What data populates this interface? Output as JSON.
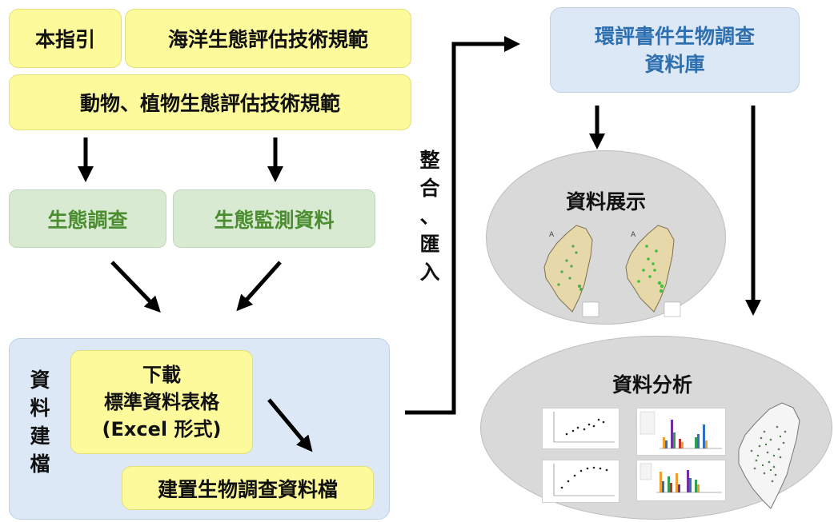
{
  "top": {
    "guide": "本指引",
    "marine_standard": "海洋生態評估技術規範",
    "fauna_flora_standard": "動物、植物生態評估技術規範"
  },
  "middle": {
    "survey": "生態調查",
    "monitoring": "生態監測資料"
  },
  "data_build": {
    "side_label": [
      "資",
      "料",
      "建",
      "檔"
    ],
    "download_lines": [
      "下載",
      "標準資料表格",
      "(Excel 形式)"
    ],
    "create_file": "建置生物調查資料檔"
  },
  "integrate_label": [
    "整",
    "合",
    "、",
    "匯",
    "入"
  ],
  "database": {
    "lines": [
      "環評書件生物調查",
      "資料庫"
    ]
  },
  "display": {
    "title": "資料展示"
  },
  "analysis": {
    "title": "資料分析"
  },
  "colors": {
    "yellow_box": "#fdfa9c",
    "green_box": "#d9ead3",
    "green_text": "#4b8d2f",
    "blue_box": "#dce8f6",
    "blue_text": "#2e6fb0",
    "ellipse": "#d9d9d9"
  }
}
